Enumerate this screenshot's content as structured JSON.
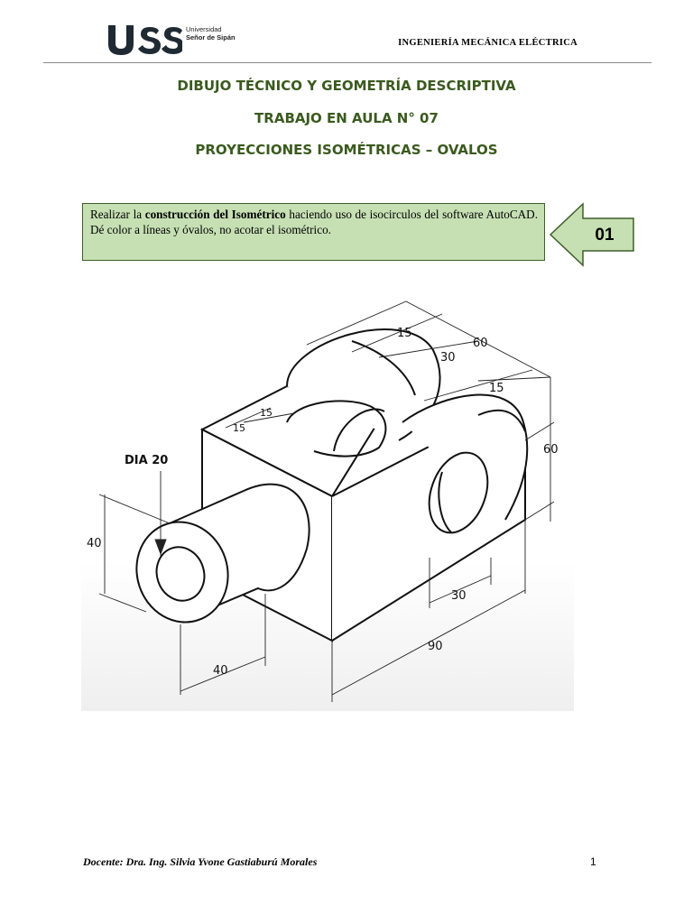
{
  "header": {
    "logo_text": "USS",
    "university_line1": "Universidad",
    "university_line2": "Señor de Sipán",
    "department": "INGENIERÍA MECÁNICA ELÉCTRICA"
  },
  "titles": {
    "course": "DIBUJO TÉCNICO Y GEOMETRÍA DESCRIPTIVA",
    "assignment": "TRABAJO EN AULA N° 07",
    "topic": "PROYECCIONES ISOMÉTRICAS – OVALOS"
  },
  "instruction": {
    "part1": "Realizar la ",
    "bold": "construcción del Isométrico",
    "part2": " haciendo uso de isocirculos del software AutoCAD. Dé color a líneas y óvalos, no acotar el isométrico."
  },
  "badge": {
    "number": "01"
  },
  "drawing": {
    "dimensions": {
      "d15_top": "15",
      "d60_top": "60",
      "d30_top": "30",
      "d15_right": "15",
      "d15_a": "15",
      "d15_b": "15",
      "d60_right": "60",
      "dia": "DIA 20",
      "d40_left": "40",
      "d30_bottom": "30",
      "d90": "90",
      "d40_bottom": "40"
    }
  },
  "footer": {
    "docente": "Docente: Dra. Ing. Silvia Yvone Gastiaburú Morales",
    "page": "1"
  },
  "colors": {
    "title_green": "#3a5a1e",
    "box_fill": "#c6e0b4",
    "box_border": "#3f5f2a"
  }
}
